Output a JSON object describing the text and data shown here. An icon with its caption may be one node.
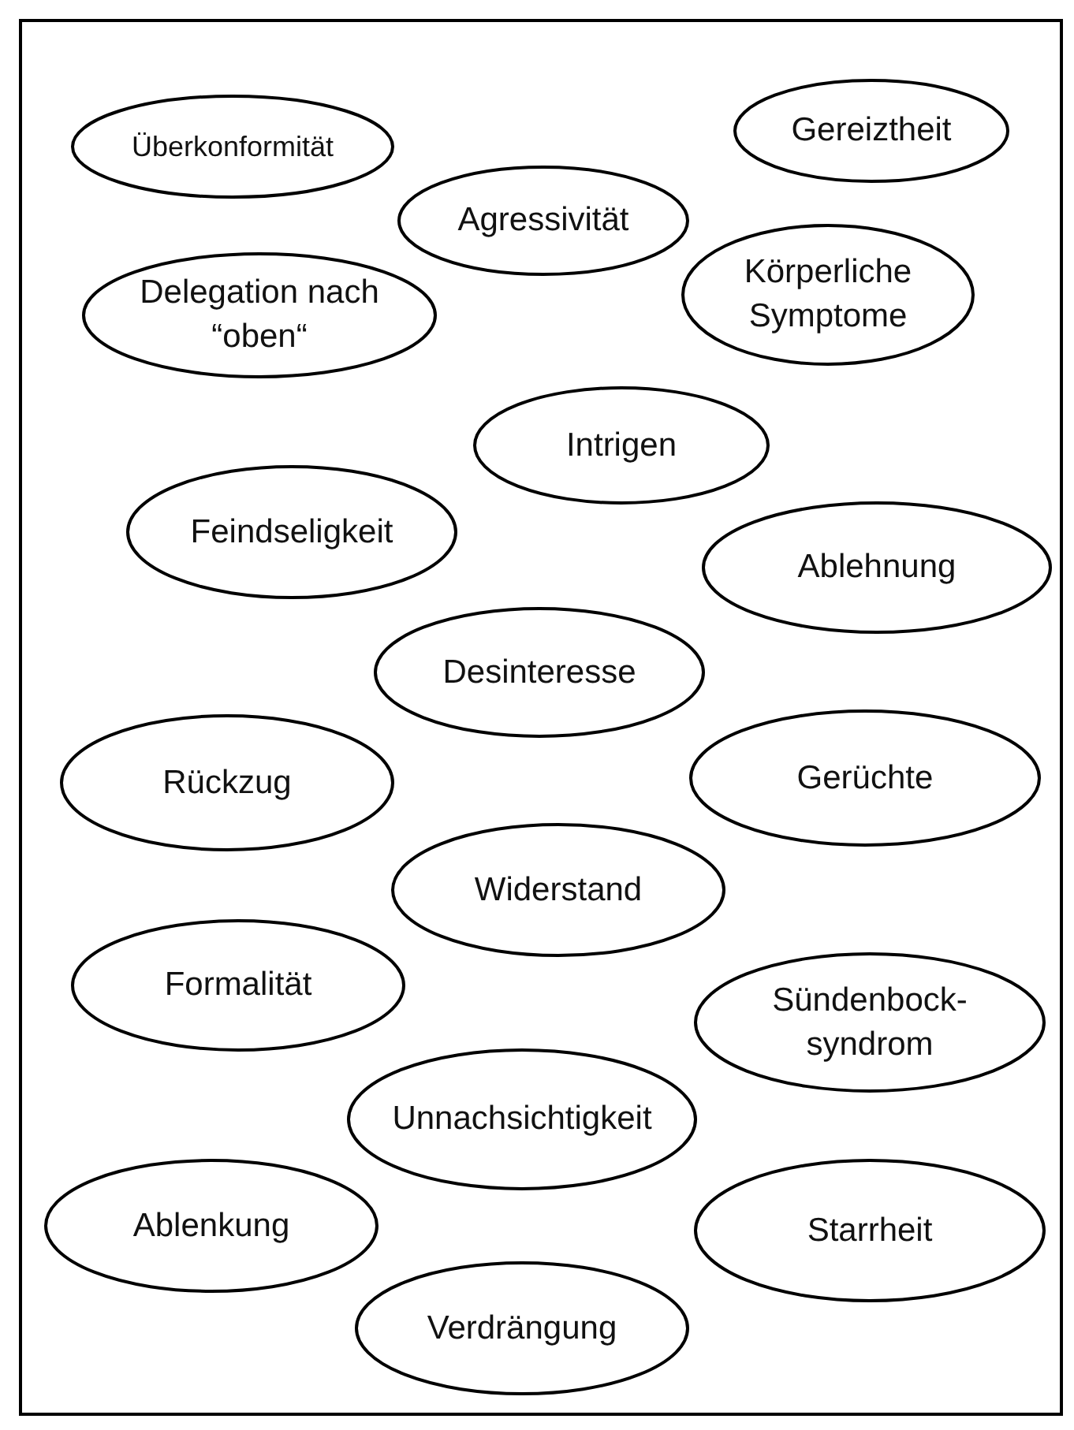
{
  "diagram": {
    "nodes": [
      {
        "text": [
          "Überkonformität"
        ]
      },
      {
        "text": [
          "Gereiztheit"
        ]
      },
      {
        "text": [
          "Agressivität"
        ]
      },
      {
        "text": [
          "Delegation nach “oben“"
        ]
      },
      {
        "text": [
          "Körperliche Symptome"
        ]
      },
      {
        "text": [
          "Intrigen"
        ]
      },
      {
        "text": [
          "Feindseligkeit"
        ]
      },
      {
        "text": [
          "Ablehnung"
        ]
      },
      {
        "text": [
          "Desinteresse"
        ]
      },
      {
        "text": [
          "Rückzug"
        ]
      },
      {
        "text": [
          "Gerüchte"
        ]
      },
      {
        "text": [
          "Widerstand"
        ]
      },
      {
        "text": [
          "Formalität"
        ]
      },
      {
        "text": [
          "Sündenbock- syndrom"
        ]
      },
      {
        "text": [
          "Unnachsichtigkeit"
        ]
      },
      {
        "text": [
          "Ablenkung"
        ]
      },
      {
        "text": [
          "Starrheit"
        ]
      },
      {
        "text": [
          "Verdrängung"
        ]
      }
    ]
  }
}
